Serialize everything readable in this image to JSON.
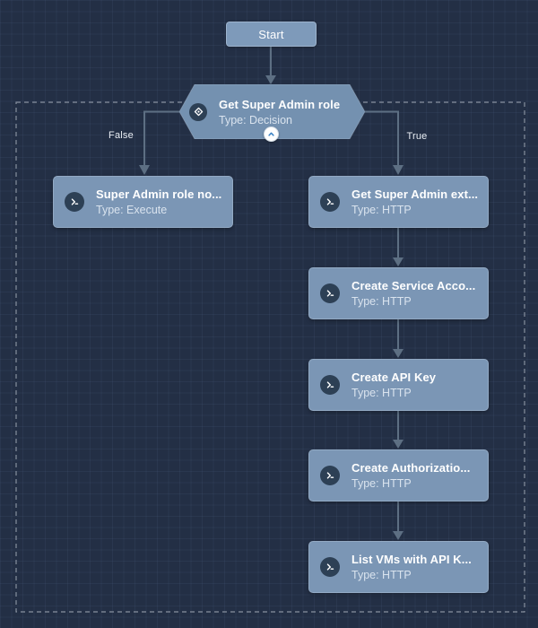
{
  "start": {
    "label": "Start"
  },
  "decision": {
    "title": "Get Super Admin role",
    "subtitle": "Type: Decision",
    "false_label": "False",
    "true_label": "True"
  },
  "nodes": [
    {
      "title": "Super Admin role no...",
      "subtitle": "Type: Execute"
    },
    {
      "title": "Get Super Admin ext...",
      "subtitle": "Type: HTTP"
    },
    {
      "title": "Create Service Acco...",
      "subtitle": "Type: HTTP"
    },
    {
      "title": "Create API Key",
      "subtitle": "Type: HTTP"
    },
    {
      "title": "Create Authorizatio...",
      "subtitle": "Type: HTTP"
    },
    {
      "title": "List VMs with API K...",
      "subtitle": "Type: HTTP"
    }
  ],
  "icons": {
    "decision_node": "diamond-icon",
    "task_node": "terminal-icon",
    "collapse_button": "chevron-up-icon"
  },
  "colors": {
    "background": "#232f45",
    "grid_line": "#2c3a54",
    "node_fill": "#7b96b5",
    "hexagon_fill": "#7491b0",
    "icon_circle": "#2d4055",
    "connector": "#5d6f83",
    "dashed_border": "#87909f",
    "chevron_accent": "#3b82c4",
    "title_text": "#ffffff",
    "subtitle_text": "#d9e3ee"
  }
}
